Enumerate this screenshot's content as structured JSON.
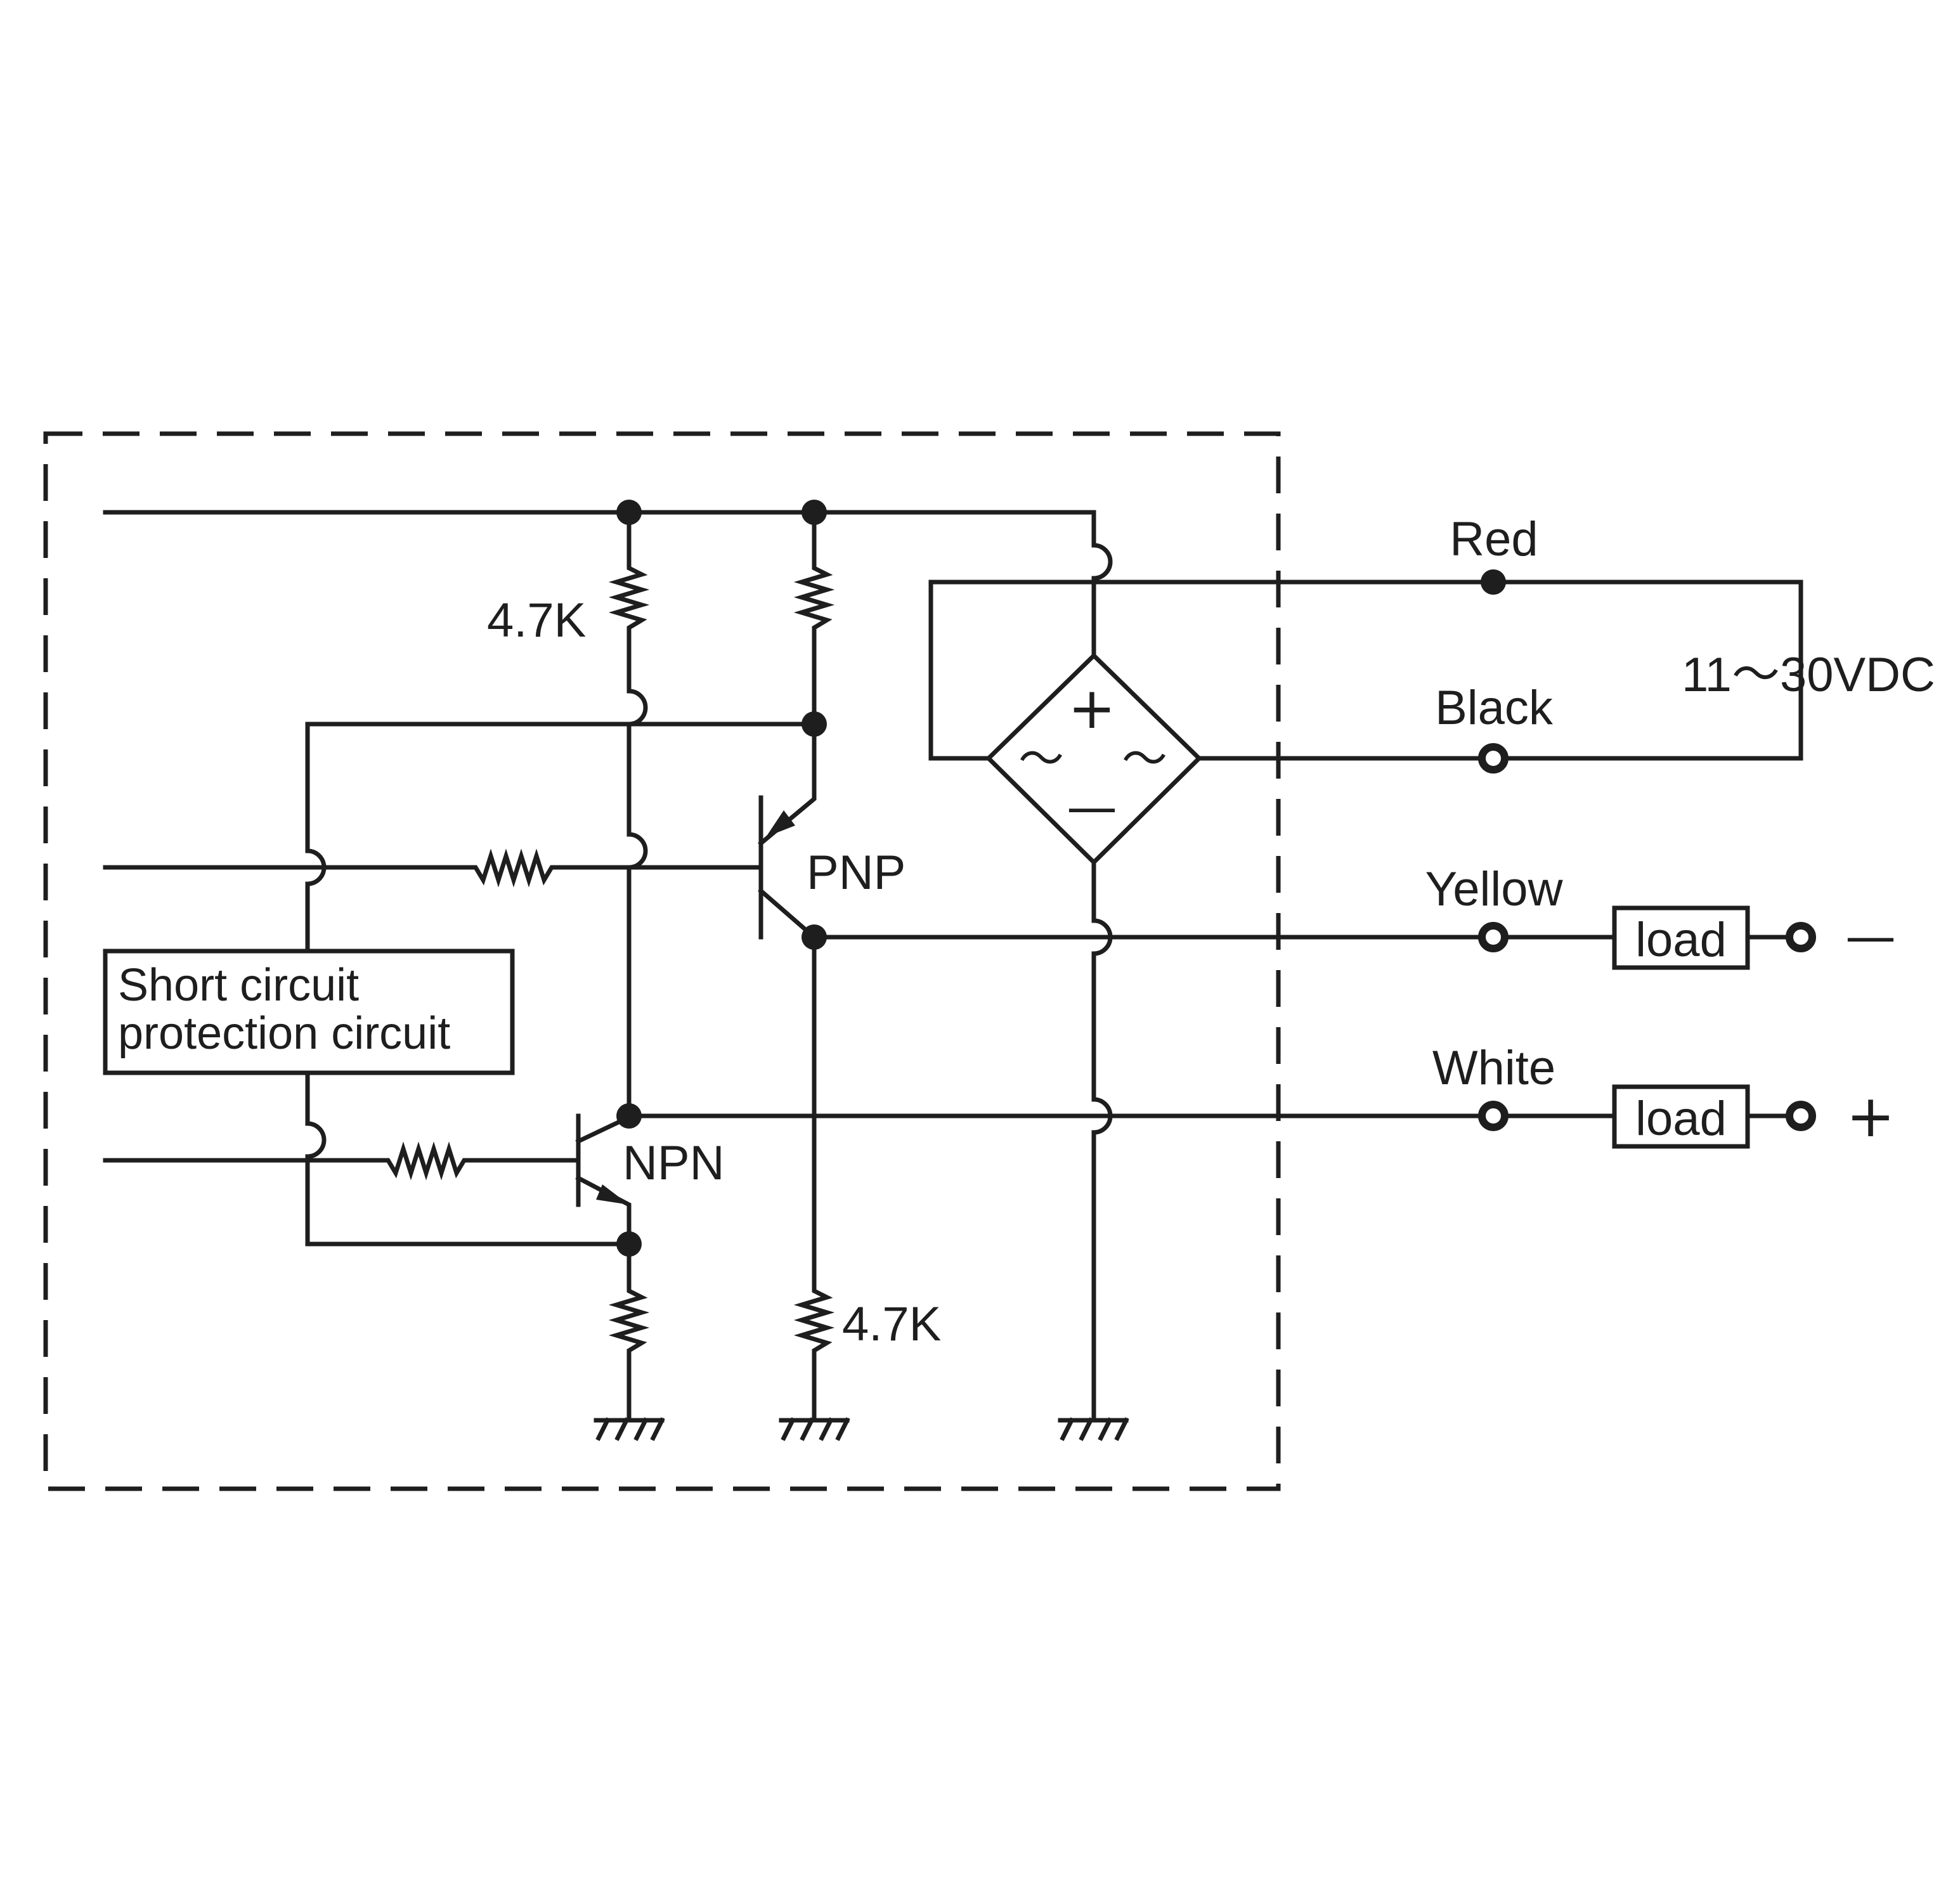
{
  "labels": {
    "resistor_upper": "4.7K",
    "resistor_lower": "4.7K",
    "pnp": "PNP",
    "npn": "NPN",
    "red": "Red",
    "black": "Black",
    "yellow": "Yellow",
    "white": "White",
    "voltage": "11～30VDC",
    "protection_line1": "Short  circuit",
    "protection_line2": "protection  circuit",
    "load_top": "load",
    "load_bottom": "load",
    "minus_terminal": "—",
    "plus_terminal": "+",
    "bridge_plus": "+",
    "bridge_minus": "—",
    "bridge_ac_left": "～",
    "bridge_ac_right": "～"
  },
  "colors": {
    "ink": "#1e1e1e",
    "background": "#ffffff"
  }
}
